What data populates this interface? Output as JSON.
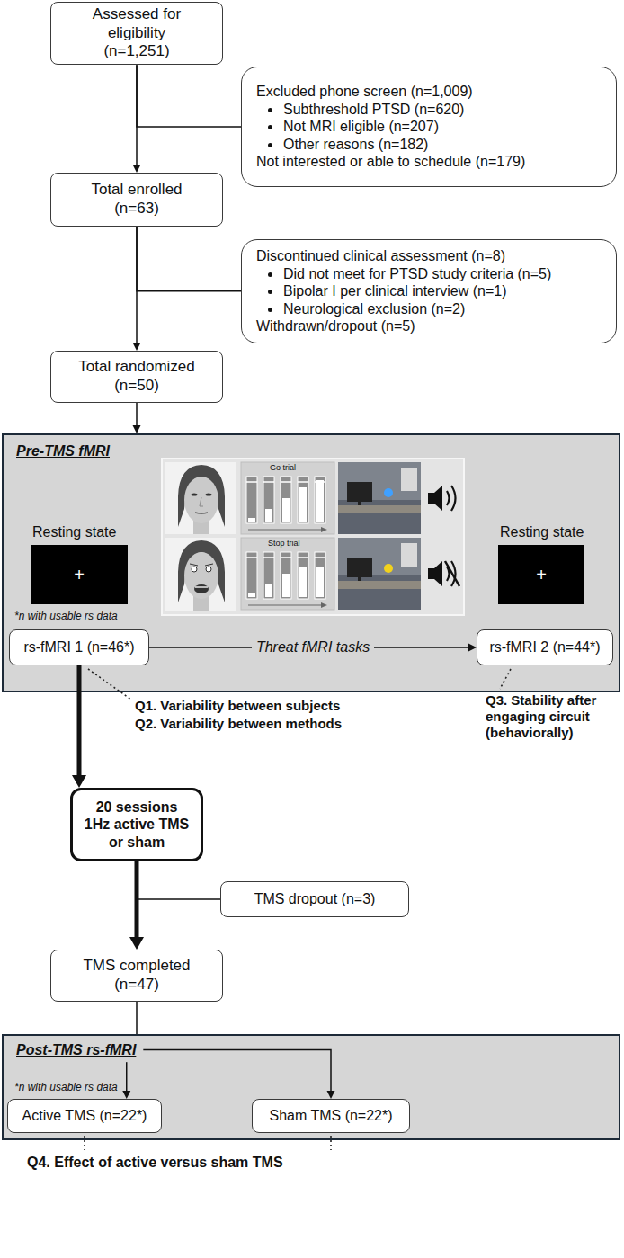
{
  "diagram": {
    "nodes": [
      {
        "text": [
          "Assessed for eligibility",
          "(n=1,251)"
        ]
      },
      {
        "text": [
          "Excluded phone screen (n=1,009)",
          "Subthreshold PTSD (n=620)",
          "Not MRI eligible (n=207)",
          "Other reasons (n=182)",
          "Not interested or able to schedule (n=179)"
        ]
      },
      {
        "text": [
          "Total enrolled",
          "(n=63)"
        ]
      },
      {
        "text": [
          "Discontinued clinical assessment (n=8)",
          "Did not meet for PTSD study criteria (n=5)",
          "Bipolar I per clinical interview (n=1)",
          "Neurological exclusion (n=2)",
          "Withdrawn/dropout (n=5)"
        ]
      },
      {
        "text": [
          "Total randomized",
          "(n=50)"
        ]
      },
      {
        "text": [
          "Pre-TMS fMRI",
          "Resting state",
          "Resting state",
          "*n with usable rs data"
        ]
      },
      {
        "text": [
          "rs-fMRI 1 (n=46*)"
        ],
        "in": 5
      },
      {
        "text": [
          "rs-fMRI 2 (n=44*)"
        ],
        "in": 5
      },
      {
        "text": [
          "20 sessions",
          "1Hz active TMS",
          "or sham"
        ]
      },
      {
        "text": [
          "TMS dropout (n=3)"
        ]
      },
      {
        "text": [
          "TMS completed",
          "(n=47)"
        ]
      },
      {
        "text": [
          "Post-TMS rs-fMRI",
          "*n with usable rs data"
        ]
      },
      {
        "text": [
          "Active TMS (n=22*)"
        ],
        "in": 11
      },
      {
        "text": [
          "Sham TMS (n=22*)"
        ],
        "in": 11
      }
    ],
    "edges": [
      {
        "from": 0,
        "to": 2,
        "arrow": "to"
      },
      {
        "from": 0,
        "to": 1,
        "arrow": "none"
      },
      {
        "from": 2,
        "to": 4,
        "arrow": "to"
      },
      {
        "from": 2,
        "to": 3,
        "arrow": "none"
      },
      {
        "from": 4,
        "to": 5,
        "arrow": "to"
      },
      {
        "from": 6,
        "to": 7,
        "label": "Threat fMRI tasks",
        "arrow": "to"
      },
      {
        "from": 6,
        "to": 8,
        "arrow": "to"
      },
      {
        "from": 8,
        "to": 10,
        "arrow": "to"
      },
      {
        "from": 8,
        "to": 9,
        "arrow": "none"
      },
      {
        "from": 10,
        "to": 11,
        "arrow": "none"
      },
      {
        "from": 11,
        "to": 12,
        "arrow": "to"
      },
      {
        "from": 11,
        "to": 13,
        "arrow": "to"
      }
    ],
    "labels": [
      "Go trial",
      "Stop trial",
      "+",
      "+",
      "Q1. Variability between subjects",
      "Q2. Variability between methods",
      "Q3. Stability after engaging circuit (behaviorally)",
      "Q4. Effect of active versus sham TMS"
    ]
  }
}
